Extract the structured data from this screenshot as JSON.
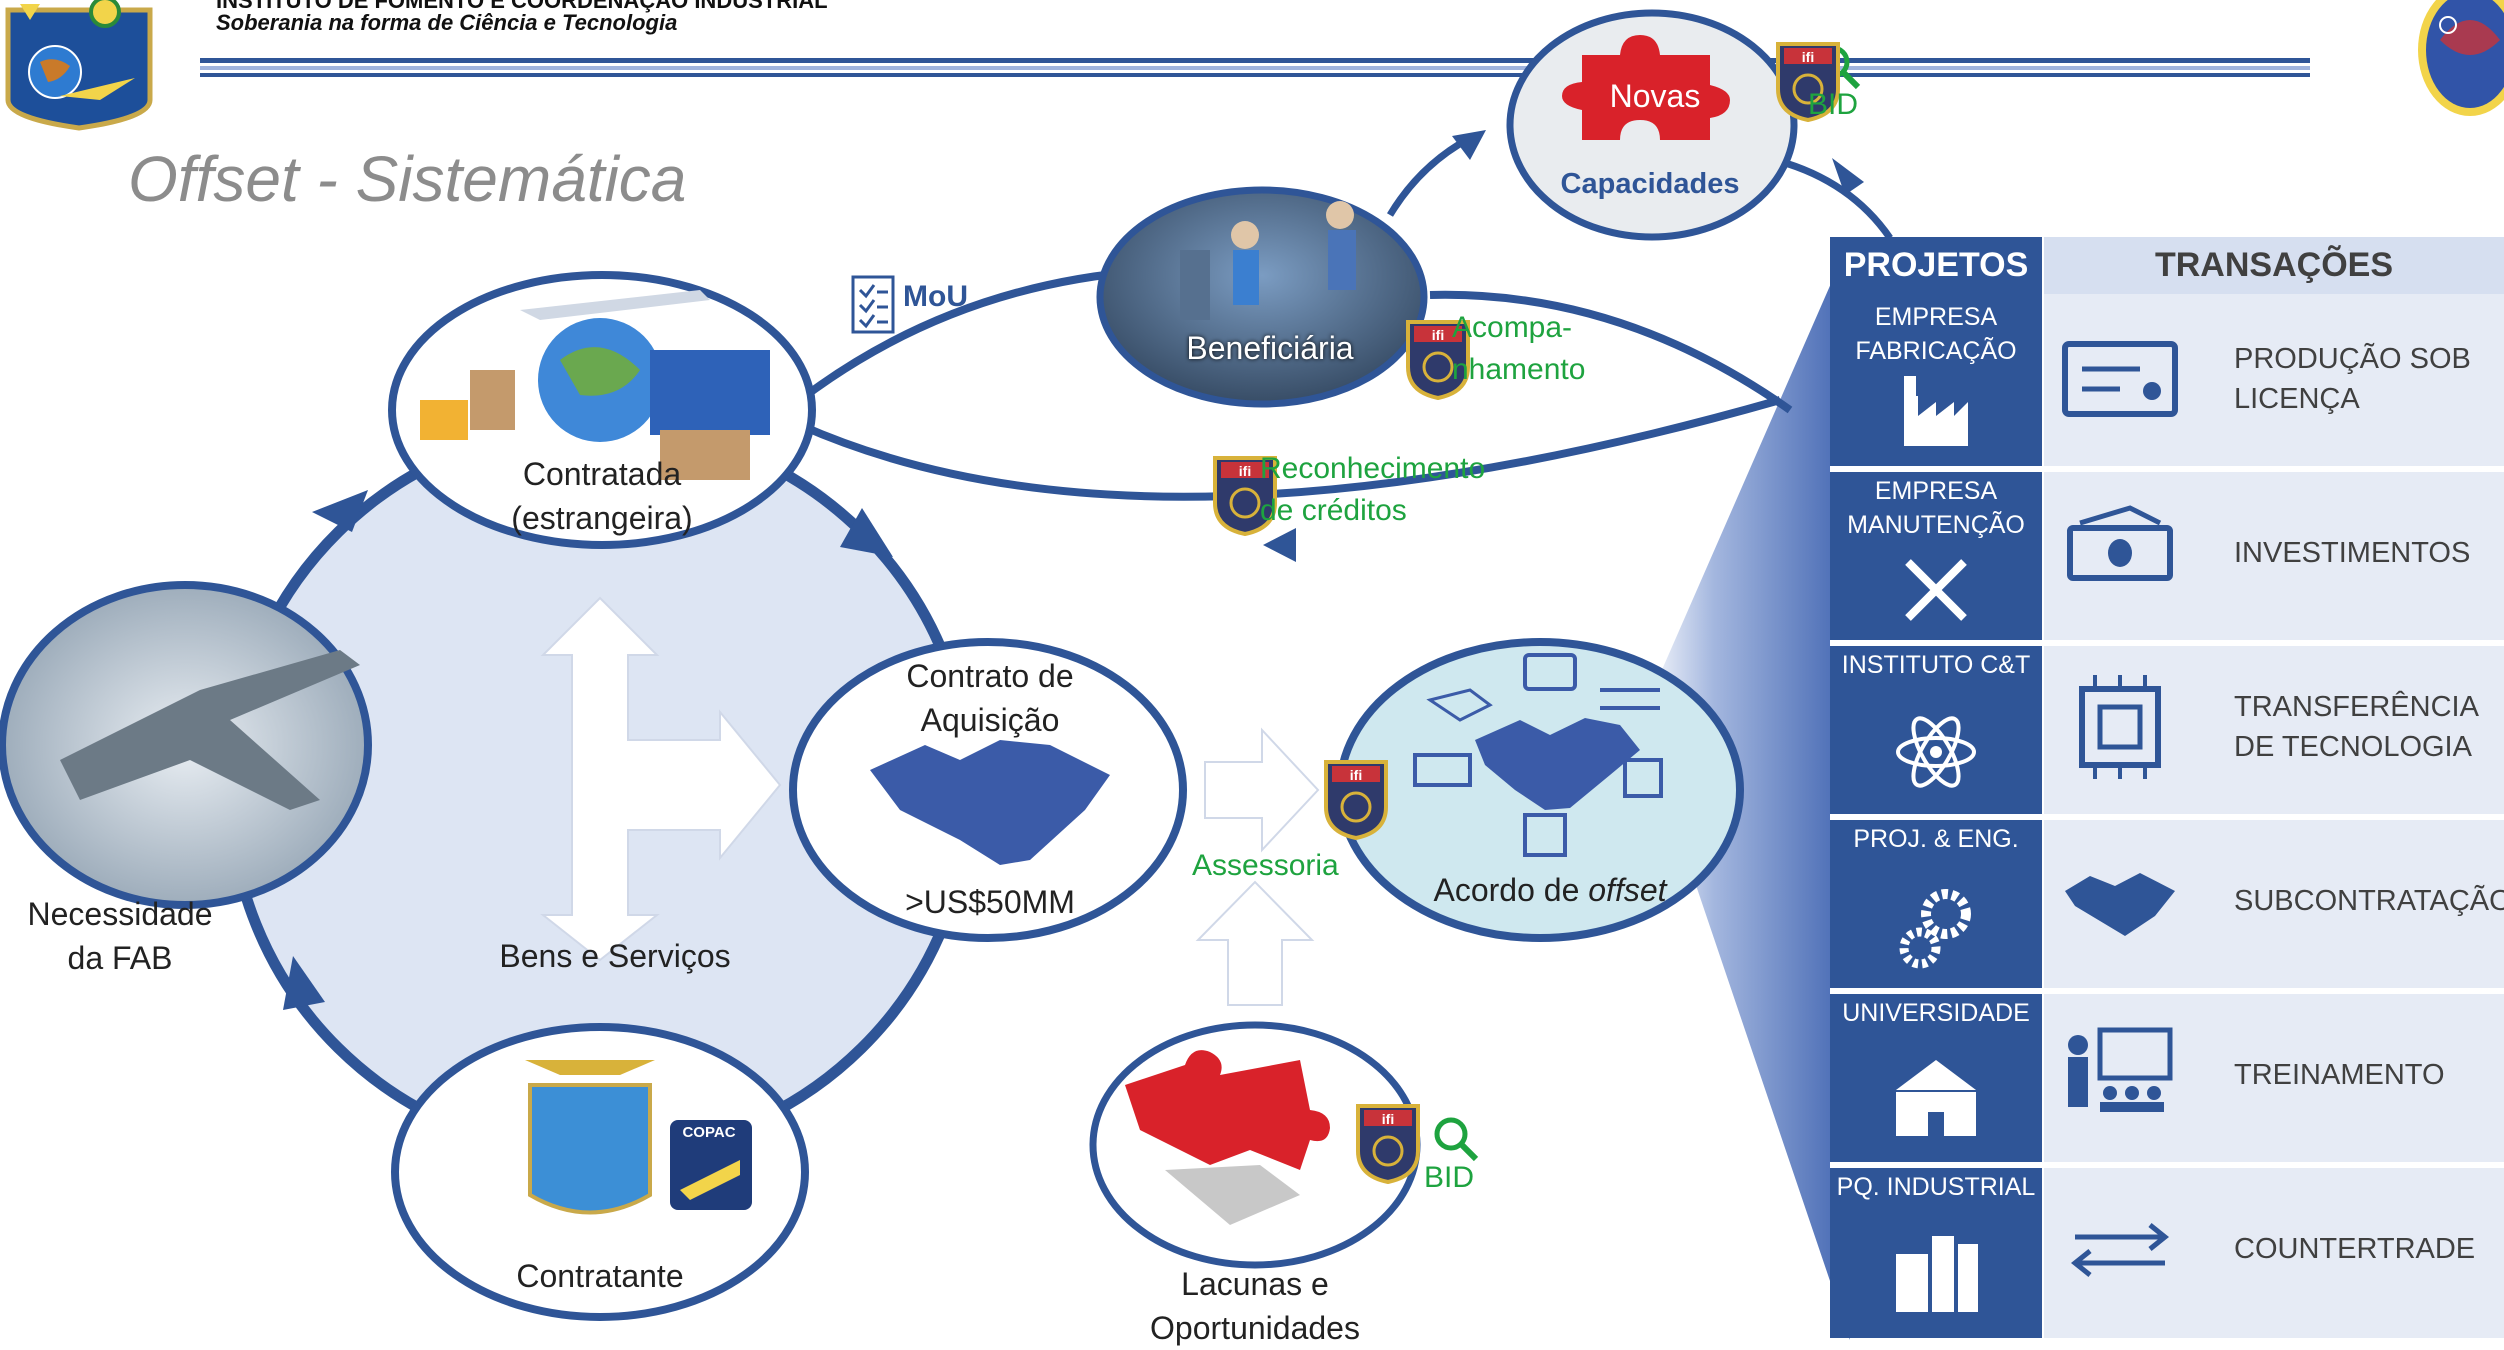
{
  "header": {
    "org_line1": "INSTITUTO DE FOMENTO E COORDENAÇÃO INDUSTRIAL",
    "org_line2": "Soberania na forma de Ciência e Tecnologia"
  },
  "title": "Offset - Sistemática",
  "nodes": {
    "contratada_line1": "Contratada",
    "contratada_line2": "(estrangeira)",
    "necessidade_line1": "Necessidade",
    "necessidade_line2": "da FAB",
    "contratante": "Contratante",
    "bens_servicos": "Bens e Serviços",
    "contrato_line1": "Contrato de",
    "contrato_line2": "Aquisição",
    "contrato_value": ">US$50MM",
    "acordo_prefix": "Acordo de ",
    "acordo_italic": "offset",
    "beneficiaria": "Beneficiária",
    "novas_line1": "Novas",
    "novas_line2": "Capacidades",
    "lacunas_line1": "Lacunas e",
    "lacunas_line2": "Oportunidades"
  },
  "annotations": {
    "mou": "MoU",
    "acompanhamento_line1": "Acompa-",
    "acompanhamento_line2": "nhamento",
    "reconhecimento_line1": "Reconhecimento",
    "reconhecimento_line2": "de créditos",
    "assessoria": "Assessoria",
    "bid_top": "BID",
    "bid_bottom": "BID",
    "badge_text": "ifi",
    "copac_text": "COPAC"
  },
  "table": {
    "col_projetos": "PROJETOS",
    "col_transacoes": "TRANSAÇÕES",
    "rows": [
      {
        "projeto_line1": "EMPRESA",
        "projeto_line2": "FABRICAÇÃO",
        "projeto_icon": "factory-icon",
        "transacao_line1": "PRODUÇÃO SOB",
        "transacao_line2": "LICENÇA",
        "transacao_icon": "license-certificate-icon"
      },
      {
        "projeto_line1": "EMPRESA",
        "projeto_line2": "MANUTENÇÃO",
        "projeto_icon": "tools-icon",
        "transacao_line1": "INVESTIMENTOS",
        "transacao_line2": "",
        "transacao_icon": "money-icon"
      },
      {
        "projeto_line1": "INSTITUTO C&T",
        "projeto_line2": "",
        "projeto_icon": "atom-icon",
        "transacao_line1": "TRANSFERÊNCIA",
        "transacao_line2": "DE TECNOLOGIA",
        "transacao_icon": "chip-icon"
      },
      {
        "projeto_line1": "PROJ. & ENG.",
        "projeto_line2": "",
        "projeto_icon": "gears-icon",
        "transacao_line1": "SUBCONTRATAÇÃO",
        "transacao_line2": "",
        "transacao_icon": "handshake-icon"
      },
      {
        "projeto_line1": "UNIVERSIDADE",
        "projeto_line2": "",
        "projeto_icon": "university-icon",
        "transacao_line1": "TREINAMENTO",
        "transacao_line2": "",
        "transacao_icon": "training-icon"
      },
      {
        "projeto_line1": "PQ. INDUSTRIAL",
        "projeto_line2": "",
        "projeto_icon": "buildings-icon",
        "transacao_line1": "COUNTERTRADE",
        "transacao_line2": "",
        "transacao_icon": "exchange-arrows-icon"
      }
    ]
  },
  "colors": {
    "dark_blue": "#2f5597",
    "table_header_bg": "#d6dff0",
    "table_row_bg": "#e6ebf5",
    "circle_fill": "#dde5f3",
    "acordo_fill": "#cfe8ef",
    "green": "#1ea33f",
    "puzzle_red": "#d9222a"
  }
}
